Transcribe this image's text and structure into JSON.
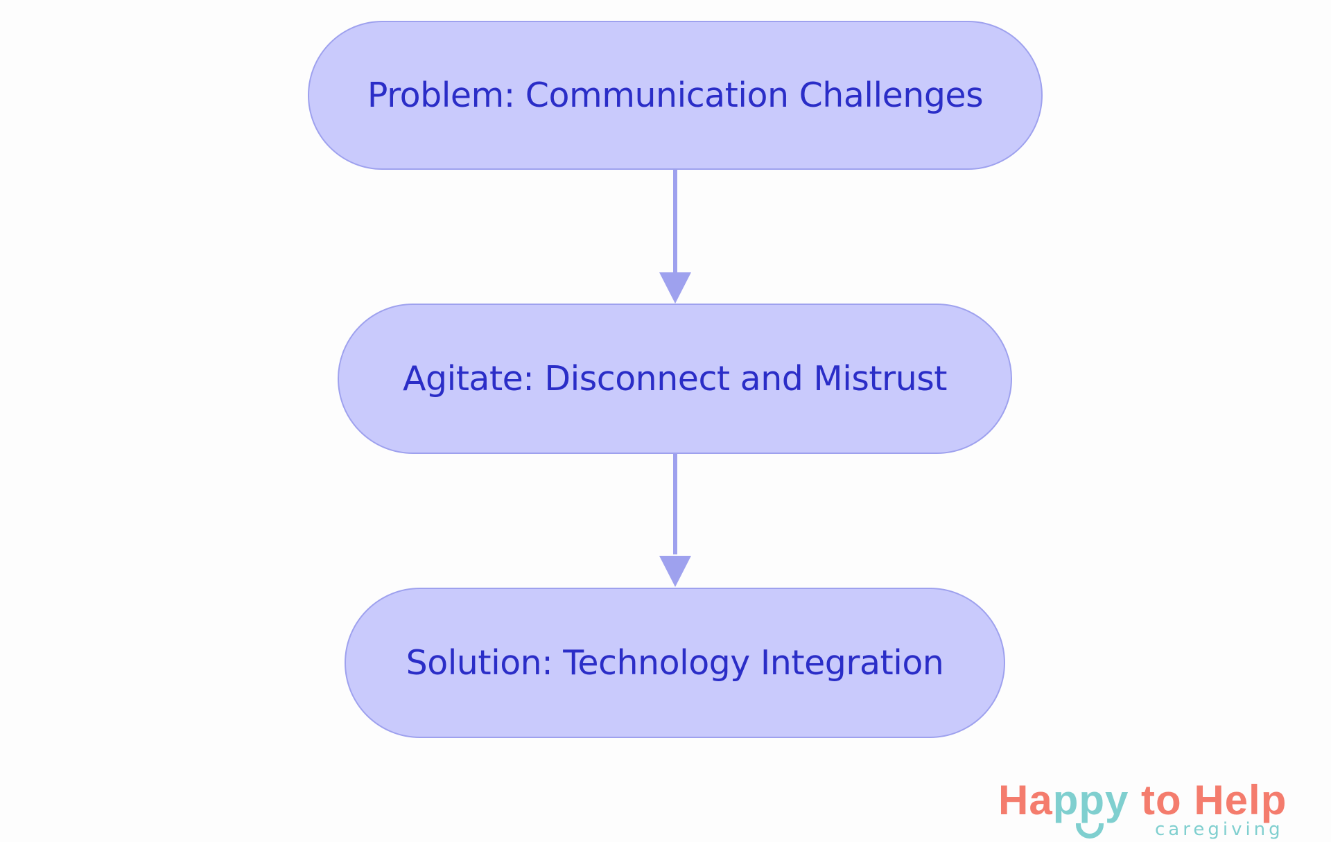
{
  "diagram": {
    "type": "flowchart",
    "direction": "top-to-bottom",
    "nodes": [
      {
        "id": "problem",
        "label": "Problem: Communication Challenges"
      },
      {
        "id": "agitate",
        "label": "Agitate: Disconnect and Mistrust"
      },
      {
        "id": "solution",
        "label": "Solution: Technology Integration"
      }
    ],
    "edges": [
      {
        "from": "problem",
        "to": "agitate"
      },
      {
        "from": "agitate",
        "to": "solution"
      }
    ],
    "colors": {
      "node_fill": "#c9cafc",
      "node_border": "#9ea1ee",
      "node_text": "#2a2dc7",
      "edge": "#9ea1ee"
    }
  },
  "logo": {
    "part1": "Ha",
    "part2": "ppy",
    "part3": " to Help",
    "subtitle": "caregiving",
    "colors": {
      "coral": "#f47c6d",
      "teal": "#7fcfcf"
    }
  }
}
